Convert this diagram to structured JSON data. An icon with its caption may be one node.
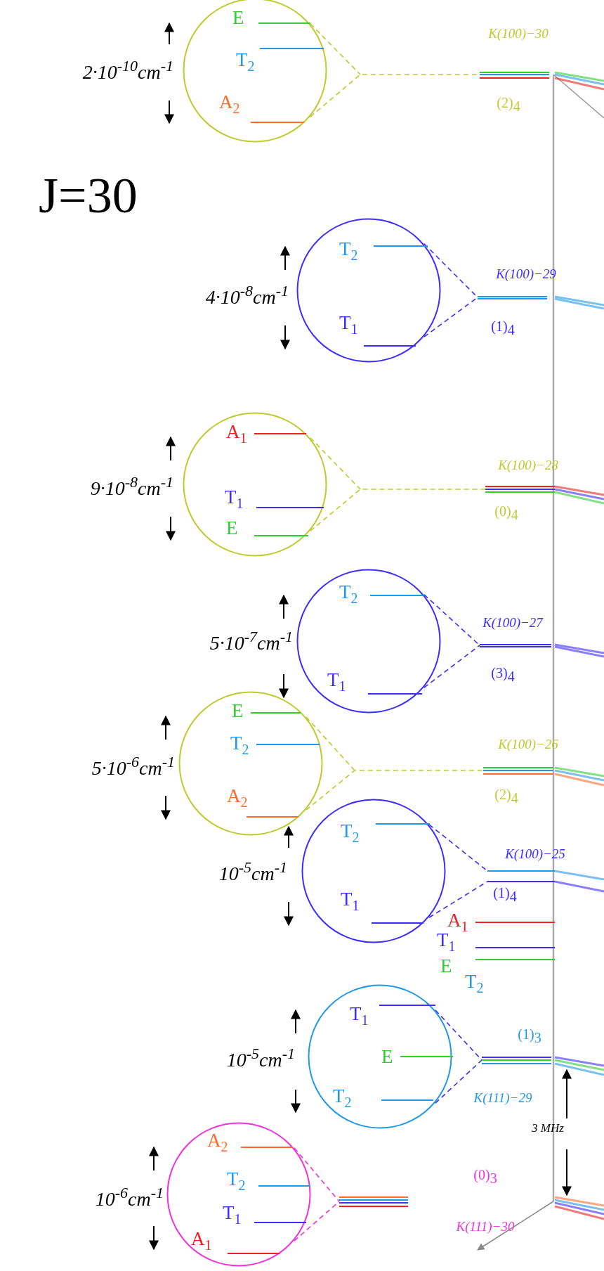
{
  "diagram": {
    "nodes": [
      {
        "text": [
          "E",
          "T$_{2}$",
          "A$_{2}$"
        ],
        "beside": [
          "2·10$^{-10}$cm$^{-1}$"
        ]
      },
      {
        "text": [],
        "shape": "bar",
        "beside": [
          "K(100)−30",
          "(2)$_{4}$"
        ]
      },
      {
        "text": [
          "T$_{2}$",
          "T$_{1}$"
        ],
        "beside": [
          "4·10$^{-8}$cm$^{-1}$"
        ]
      },
      {
        "text": [],
        "shape": "bar",
        "beside": [
          "K(100)−29",
          "(1)$_{4}$"
        ]
      },
      {
        "text": [
          "A$_{1}$",
          "T$_{1}$",
          "E"
        ],
        "beside": [
          "9·10$^{-8}$cm$^{-1}$"
        ]
      },
      {
        "text": [],
        "shape": "bar",
        "beside": [
          "K(100)−28",
          "(0)$_{4}$"
        ]
      },
      {
        "text": [
          "T$_{2}$",
          "T$_{1}$"
        ],
        "beside": [
          "5·10$^{-7}$cm$^{-1}$"
        ]
      },
      {
        "text": [],
        "shape": "bar",
        "beside": [
          "K(100)−27",
          "(3)$_{4}$"
        ]
      },
      {
        "text": [
          "E",
          "T$_{2}$",
          "A$_{2}$"
        ],
        "beside": [
          "5·10$^{-6}$cm$^{-1}$"
        ]
      },
      {
        "text": [],
        "shape": "bar",
        "beside": [
          "K(100)−26",
          "(2)$_{4}$"
        ]
      },
      {
        "text": [
          "T$_{2}$",
          "T$_{1}$"
        ],
        "beside": [
          "10$^{-5}$cm$^{-1}$"
        ]
      },
      {
        "text": [],
        "shape": "bar",
        "beside": [
          "K(100)−25",
          "(1)$_{4}$"
        ]
      },
      {
        "text": [
          "T$_{1}$",
          "E",
          "T$_{2}$"
        ],
        "beside": [
          "10$^{-5}$cm$^{-1}$"
        ]
      },
      {
        "text": [],
        "shape": "bar",
        "beside": [
          "(1)$_{3}$",
          "K(111)−29"
        ]
      },
      {
        "text": [
          "A$_{2}$",
          "T$_{2}$",
          "T$_{1}$",
          "A$_{1}$"
        ],
        "beside": [
          "10$^{-6}$cm$^{-1}$"
        ]
      },
      {
        "text": [],
        "shape": "bar",
        "beside": [
          "(0)$_{3}$",
          "K(111)−30"
        ]
      }
    ],
    "edges": [
      {
        "from": 0,
        "to": 1,
        "arrow": "none",
        "style": "dashed",
        "color": "#bccc2e"
      },
      {
        "from": 2,
        "to": 3,
        "arrow": "none",
        "style": "dashed",
        "color": "#3d2dff"
      },
      {
        "from": 4,
        "to": 5,
        "arrow": "none",
        "style": "dashed",
        "color": "#bccc2e"
      },
      {
        "from": 6,
        "to": 7,
        "arrow": "none",
        "style": "dashed",
        "color": "#3d2dff"
      },
      {
        "from": 8,
        "to": 9,
        "arrow": "none",
        "style": "dashed",
        "color": "#bccc2e"
      },
      {
        "from": 10,
        "to": 11,
        "arrow": "none",
        "style": "dashed",
        "color": "#3d2dff"
      },
      {
        "from": 12,
        "to": 13,
        "arrow": "none",
        "style": "dashed",
        "color": "#3d2dff"
      },
      {
        "from": 14,
        "to": 15,
        "arrow": "none",
        "style": "dashed",
        "color": "#ee33dd"
      }
    ],
    "labels": [
      "J=30",
      "A$_{1}$",
      "T$_{1}$",
      "E",
      "T$_{2}$",
      "3 MHz"
    ]
  }
}
